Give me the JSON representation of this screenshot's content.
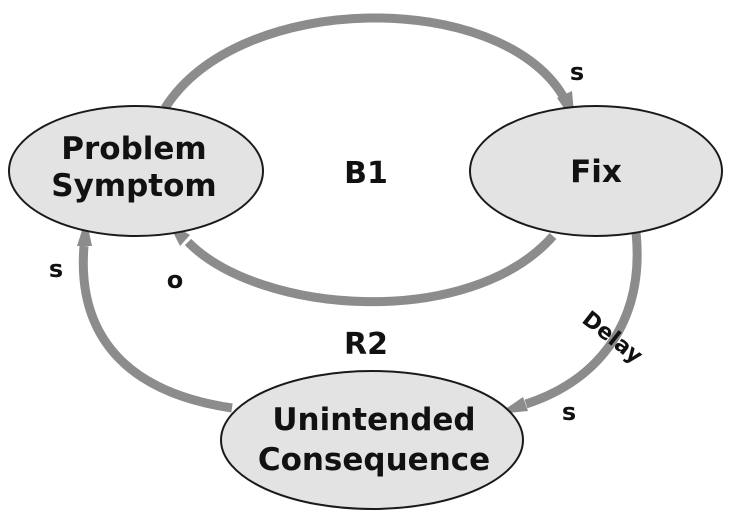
{
  "nodes": {
    "problem_symptom": {
      "line1": "Problem",
      "line2": "Symptom"
    },
    "fix": {
      "label": "Fix"
    },
    "unintended_consequence": {
      "line1": "Unintended",
      "line2": "Consequence"
    }
  },
  "loops": {
    "balancing": "B1",
    "reinforcing": "R2"
  },
  "links": {
    "problem_to_fix": {
      "polarity": "s"
    },
    "fix_to_problem": {
      "polarity": "o"
    },
    "fix_to_consequence": {
      "polarity": "s",
      "delay_label": "Delay"
    },
    "consequence_to_problem": {
      "polarity": "s"
    }
  },
  "colors": {
    "arrow": "#8c8c8c",
    "node_fill": "#e3e3e3",
    "node_stroke": "#1a1a1a",
    "text": "#111111"
  }
}
